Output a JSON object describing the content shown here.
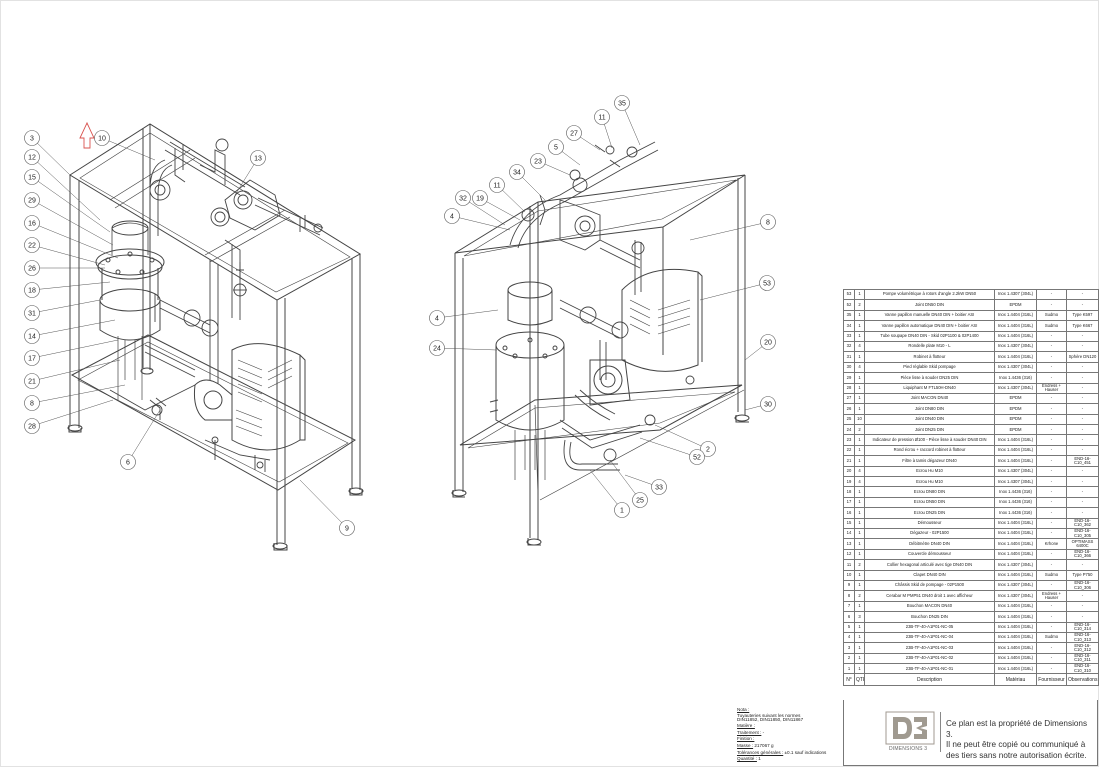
{
  "drawing": {
    "balloons_left": [
      "3",
      "10",
      "12",
      "13",
      "15",
      "29",
      "16",
      "22",
      "26",
      "18",
      "31",
      "14",
      "17",
      "21",
      "8",
      "28",
      "6",
      "9"
    ],
    "balloons_right": [
      "35",
      "11",
      "27",
      "5",
      "23",
      "34",
      "11",
      "19",
      "32",
      "4",
      "8",
      "53",
      "4",
      "24",
      "20",
      "30",
      "2",
      "52",
      "25",
      "33",
      "1"
    ]
  },
  "colors": {
    "line": "#444444",
    "arrow": "#d9534f",
    "frame": "#777777"
  },
  "bom": {
    "headers": {
      "num": "N°",
      "qty": "QTE",
      "desc": "Description",
      "mat": "Matériau",
      "supplier": "Fournisseur",
      "obs": "Observations"
    },
    "rows": [
      {
        "num": "53",
        "qty": "1",
        "desc": "Pompe volumétrique à rotors d'angle 2.2kW DN50",
        "mat": "Inox 1.4307 (304L)",
        "supplier": "-",
        "obs": "-"
      },
      {
        "num": "52",
        "qty": "2",
        "desc": "Joint DN50 DIN",
        "mat": "EPDM",
        "supplier": "-",
        "obs": "-"
      },
      {
        "num": "35",
        "qty": "1",
        "desc": "Vanne papillon manuelle DN40 DIN + boitier ASI",
        "mat": "Inox 1.4404 (316L)",
        "supplier": "Sudmo",
        "obs": "Type K597"
      },
      {
        "num": "34",
        "qty": "1",
        "desc": "Vanne papillon automatique DN40 DIN + boitier ASI",
        "mat": "Inox 1.4404 (316L)",
        "supplier": "Sudmo",
        "obs": "Type K667"
      },
      {
        "num": "33",
        "qty": "1",
        "desc": "Tube soupape DN40 DIN - Skid 02P1100 & 02P1400",
        "mat": "Inox 1.4404 (316L)",
        "supplier": "-",
        "obs": "-"
      },
      {
        "num": "32",
        "qty": "4",
        "desc": "Rondelle plate M10 - L",
        "mat": "Inox 1.4307 (304L)",
        "supplier": "-",
        "obs": "-"
      },
      {
        "num": "31",
        "qty": "1",
        "desc": "Robinet à flotteur",
        "mat": "Inox 1.4404 (316L)",
        "supplier": "-",
        "obs": "Sphère DN120"
      },
      {
        "num": "30",
        "qty": "4",
        "desc": "Pied réglable Skid pompage",
        "mat": "Inox 1.4307 (304L)",
        "supplier": "-",
        "obs": "-"
      },
      {
        "num": "29",
        "qty": "1",
        "desc": "Pièce lisse à souder DN25 DIN",
        "mat": "Inox 1.4436 (316)",
        "supplier": "-",
        "obs": "-"
      },
      {
        "num": "28",
        "qty": "1",
        "desc": "Liquiphant M FTL50H-DN40",
        "mat": "Inox 1.4307 (304L)",
        "supplier": "Endress + Hauser",
        "obs": "-"
      },
      {
        "num": "27",
        "qty": "1",
        "desc": "Joint MACON DN40",
        "mat": "EPDM",
        "supplier": "-",
        "obs": "-"
      },
      {
        "num": "26",
        "qty": "1",
        "desc": "Joint DN80 DIN",
        "mat": "EPDM",
        "supplier": "-",
        "obs": "-"
      },
      {
        "num": "25",
        "qty": "10",
        "desc": "Joint DN40 DIN",
        "mat": "EPDM",
        "supplier": "-",
        "obs": "-"
      },
      {
        "num": "24",
        "qty": "2",
        "desc": "Joint DN25 DIN",
        "mat": "EPDM",
        "supplier": "-",
        "obs": "-"
      },
      {
        "num": "23",
        "qty": "1",
        "desc": "Indicateur de pression Ø100 - Pièce lisse à souder DN40 DIN",
        "mat": "Inox 1.4404 (316L)",
        "supplier": "-",
        "obs": "-"
      },
      {
        "num": "22",
        "qty": "1",
        "desc": "Rond écrou + raccord robinet à flotteur",
        "mat": "Inox 1.4404 (316L)",
        "supplier": "-",
        "obs": "-"
      },
      {
        "num": "21",
        "qty": "1",
        "desc": "Filtre à tamis dégazeur DN40",
        "mat": "Inox 1.4404 (316L)",
        "supplier": "-",
        "obs": "END-16-C10_451"
      },
      {
        "num": "20",
        "qty": "4",
        "desc": "Ecrou Hu M10",
        "mat": "Inox 1.4307 (304L)",
        "supplier": "-",
        "obs": "-"
      },
      {
        "num": "19",
        "qty": "4",
        "desc": "Ecrou Hu M10",
        "mat": "Inox 1.4307 (304L)",
        "supplier": "-",
        "obs": "-"
      },
      {
        "num": "18",
        "qty": "1",
        "desc": "Ecrou DN80 DIN",
        "mat": "Inox 1.4436 (316)",
        "supplier": "-",
        "obs": "-"
      },
      {
        "num": "17",
        "qty": "1",
        "desc": "Ecrou DN50 DIN",
        "mat": "Inox 1.4436 (316)",
        "supplier": "-",
        "obs": "-"
      },
      {
        "num": "16",
        "qty": "1",
        "desc": "Ecrou DN25 DIN",
        "mat": "Inox 1.4436 (316)",
        "supplier": "-",
        "obs": "-"
      },
      {
        "num": "15",
        "qty": "1",
        "desc": "Démousseur",
        "mat": "Inox 1.4404 (316L)",
        "supplier": "-",
        "obs": "END-16-C10_362"
      },
      {
        "num": "14",
        "qty": "1",
        "desc": "Dégazeur - 02P1500",
        "mat": "Inox 1.4404 (316L)",
        "supplier": "-",
        "obs": "END-16-C10_305"
      },
      {
        "num": "13",
        "qty": "1",
        "desc": "Débitmètre DN40 DIN",
        "mat": "Inox 1.4404 (316L)",
        "supplier": "Krhone",
        "obs": "OPTIMASS 6400C"
      },
      {
        "num": "12",
        "qty": "1",
        "desc": "Couvercle démousseur",
        "mat": "Inox 1.4404 (316L)",
        "supplier": "-",
        "obs": "END-16-C10_366"
      },
      {
        "num": "11",
        "qty": "2",
        "desc": "Collier hexagonal articulé avec tige DN40 DIN",
        "mat": "Inox 1.4307 (304L)",
        "supplier": "-",
        "obs": "-"
      },
      {
        "num": "10",
        "qty": "1",
        "desc": "Clapet DN40 DIN",
        "mat": "Inox 1.4404 (316L)",
        "supplier": "Sudmo",
        "obs": "Type P750"
      },
      {
        "num": "9",
        "qty": "1",
        "desc": "Châssis Skid de pompage - 02P1500",
        "mat": "Inox 1.4307 (304L)",
        "supplier": "-",
        "obs": "END-16-C10_306"
      },
      {
        "num": "8",
        "qty": "2",
        "desc": "Cerabar M PMP51 DN40 droit 1 avec afficheur",
        "mat": "Inox 1.4307 (304L)",
        "supplier": "Endress + Hauser",
        "obs": "-"
      },
      {
        "num": "7",
        "qty": "1",
        "desc": "Bouchon MACON DN40",
        "mat": "Inox 1.4404 (316L)",
        "supplier": "-",
        "obs": "-"
      },
      {
        "num": "6",
        "qty": "3",
        "desc": "Bouchon DN25 DIN",
        "mat": "Inox 1.4404 (316L)",
        "supplier": "-",
        "obs": "-"
      },
      {
        "num": "5",
        "qty": "1",
        "desc": "23B-TF-40-A1P01-NC-05",
        "mat": "Inox 1.4404 (316L)",
        "supplier": "-",
        "obs": "END-16-C10_314"
      },
      {
        "num": "4",
        "qty": "1",
        "desc": "23B-TF-40-A1P01-NC-04",
        "mat": "Inox 1.4404 (316L)",
        "supplier": "Sudmo",
        "obs": "END-16-C10_313"
      },
      {
        "num": "3",
        "qty": "1",
        "desc": "23B-TF-40-A1P01-NC-03",
        "mat": "Inox 1.4404 (316L)",
        "supplier": "-",
        "obs": "END-16-C10_312"
      },
      {
        "num": "2",
        "qty": "1",
        "desc": "23B-TF-40-A1P01-NC-02",
        "mat": "Inox 1.4404 (316L)",
        "supplier": "-",
        "obs": "END-16-C10_311"
      },
      {
        "num": "1",
        "qty": "1",
        "desc": "23B-TF-40-A1P01-NC-01",
        "mat": "Inox 1.4404 (316L)",
        "supplier": "-",
        "obs": "END-16-C10_310"
      }
    ]
  },
  "notes": {
    "title": "Nota :",
    "line1": "Tuyauteries suivant les normes",
    "line2": "DIN11852, DIN11850, DIN11867",
    "material": "Matière :",
    "treatment": "Traitement :",
    "treatment_val": " -",
    "finish": "Finition :",
    "mass": "Masse :",
    "mass_val": " 217067 g",
    "tolerance": "Tolérances générales :",
    "tolerance_val": " ±0.1 sauf indications",
    "quantity": "Quantité :",
    "quantity_val": " 1"
  },
  "title_block": {
    "logo_letters": "D3",
    "logo_caption": "DIMENSIONS 3",
    "line1": "Ce plan est la propriété de Dimensions 3.",
    "line2": "Il ne peut être copié ou communiqué à",
    "line3": "des tiers sans notre autorisation écrite."
  }
}
